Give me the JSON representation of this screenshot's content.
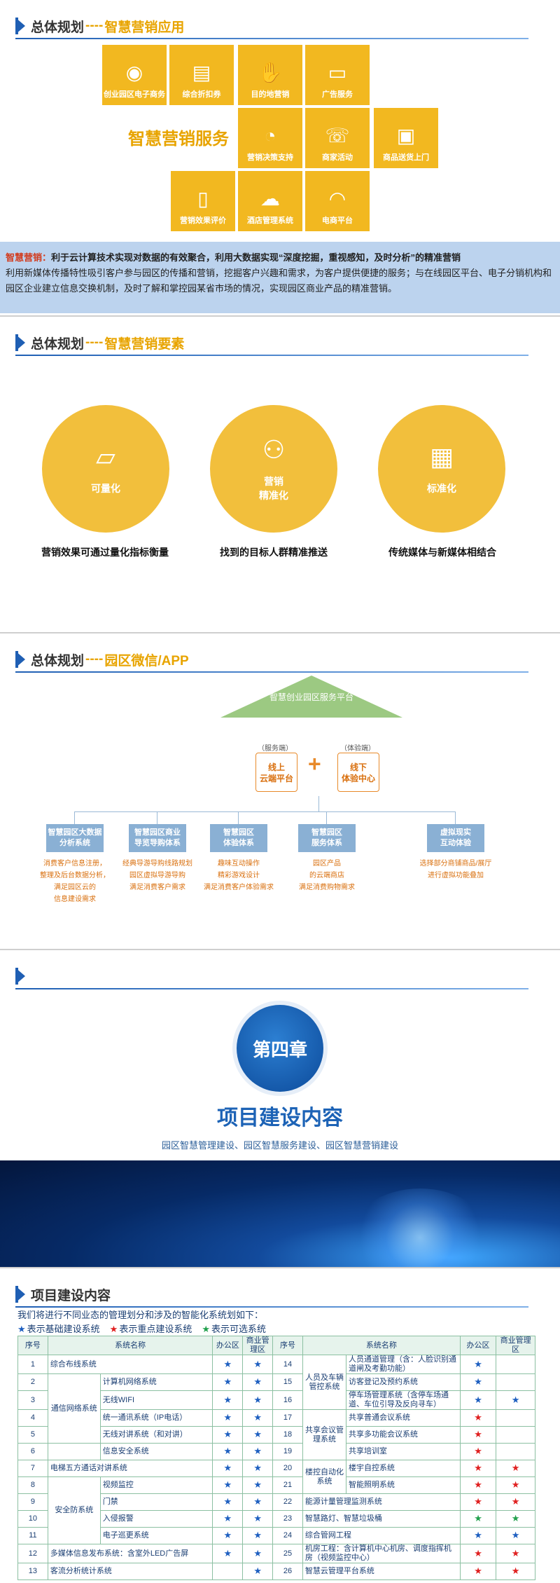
{
  "slide1": {
    "title": "总体规划",
    "sep": "----",
    "subtitle": "智慧营销应用",
    "center_title": "智慧营销服务",
    "tiles": [
      {
        "label": "创业园区电子商务",
        "icon": "globe-icon",
        "glyph": "◉"
      },
      {
        "label": "综合折扣券",
        "icon": "coupon-icon",
        "glyph": "▤"
      },
      {
        "label": "目的地营销",
        "icon": "hand-icon",
        "glyph": "✋"
      },
      {
        "label": "广告服务",
        "icon": "briefcase-icon",
        "glyph": "▭"
      },
      {
        "label": "营销决策支持",
        "icon": "gauge-icon",
        "glyph": "◔"
      },
      {
        "label": "商家活动",
        "icon": "phone-icon",
        "glyph": "☏"
      },
      {
        "label": "商品送货上门",
        "icon": "person-card-icon",
        "glyph": "▣"
      },
      {
        "label": "营销效果评价",
        "icon": "document-icon",
        "glyph": "▯"
      },
      {
        "label": "酒店管理系统",
        "icon": "cloud-icon",
        "glyph": "☁"
      },
      {
        "label": "电商平台",
        "icon": "wifi-icon",
        "glyph": "◠"
      }
    ],
    "note_kw": "智慧营销：",
    "note_bold": "利于云计算技术实现对数据的有效聚合，利用大数据实现“深度挖掘，重视感知，及时分析”的精准营销",
    "note_text": "利用新媒体传播特性吸引客户参与园区的传播和营销，挖掘客户兴趣和需求，为客户提供便捷的服务；与在线园区平台、电子分销机构和园区企业建立信息交换机制，及时了解和掌控园某省市场的情况，实现园区商业产品的精准营销。"
  },
  "slide2": {
    "title": "总体规划",
    "sep": "----",
    "subtitle": "智慧营销要素",
    "circles": [
      {
        "label": "可量化",
        "caption": "营销效果可通过量化指标衡量",
        "icon": "device-icon",
        "glyph": "▱"
      },
      {
        "label": "营销\n精准化",
        "caption": "找到的目标人群精准推送",
        "icon": "network-icon",
        "glyph": "⚇"
      },
      {
        "label": "标准化",
        "caption": "传统媒体与新媒体相结合",
        "icon": "calendar-icon",
        "glyph": "▦"
      }
    ]
  },
  "slide3": {
    "title": "总体规划",
    "sep": "----",
    "subtitle": "园区微信/APP",
    "roof": "智慧创业园区服务平台",
    "service_tag": "（服务端）",
    "service_box": "线上\n云端平台",
    "exp_tag": "（体验端）",
    "exp_box": "线下\n体验中心",
    "plus": "+",
    "branches": [
      {
        "title": "智慧园区大数据\n分析系统",
        "desc": "消费客户信息注册，\n整理及后台数据分析，\n满足园区云的\n信息建设需求"
      },
      {
        "title": "智慧园区商业\n导览导购体系",
        "desc": "经典导游导购线路规划\n园区虚拟导游导购\n满足消费客户需求"
      },
      {
        "title": "智慧园区\n体验体系",
        "desc": "趣味互动操作\n精彩游戏设计\n满足消费客户体验需求"
      },
      {
        "title": "智慧园区\n服务体系",
        "desc": "园区产品\n的云端商店\n满足消费购物需求"
      },
      {
        "title": "虚拟现实\n互动体验",
        "desc": "选择部分商铺商品/展厅\n进行虚拟功能叠加"
      }
    ]
  },
  "slide4": {
    "chapter": "第四章",
    "title": "项目建设内容",
    "subtitle": "园区智慧管理建设、园区智慧服务建设、园区智慧营销建设"
  },
  "slide5": {
    "title": "项目建设内容",
    "intro": "我们将进行不同业态的管理划分和涉及的智能化系统划如下：",
    "legend": [
      {
        "star": "★",
        "color": "blue",
        "text": "表示基础建设系统"
      },
      {
        "star": "★",
        "color": "red",
        "text": "表示重点建设系统"
      },
      {
        "star": "★",
        "color": "green",
        "text": "表示可选系统"
      }
    ],
    "headers": [
      "序号",
      "系统名称",
      "办公区",
      "商业管理区",
      "序号",
      "系统名称",
      "办公区",
      "商业管理区"
    ],
    "star": "★"
  }
}
